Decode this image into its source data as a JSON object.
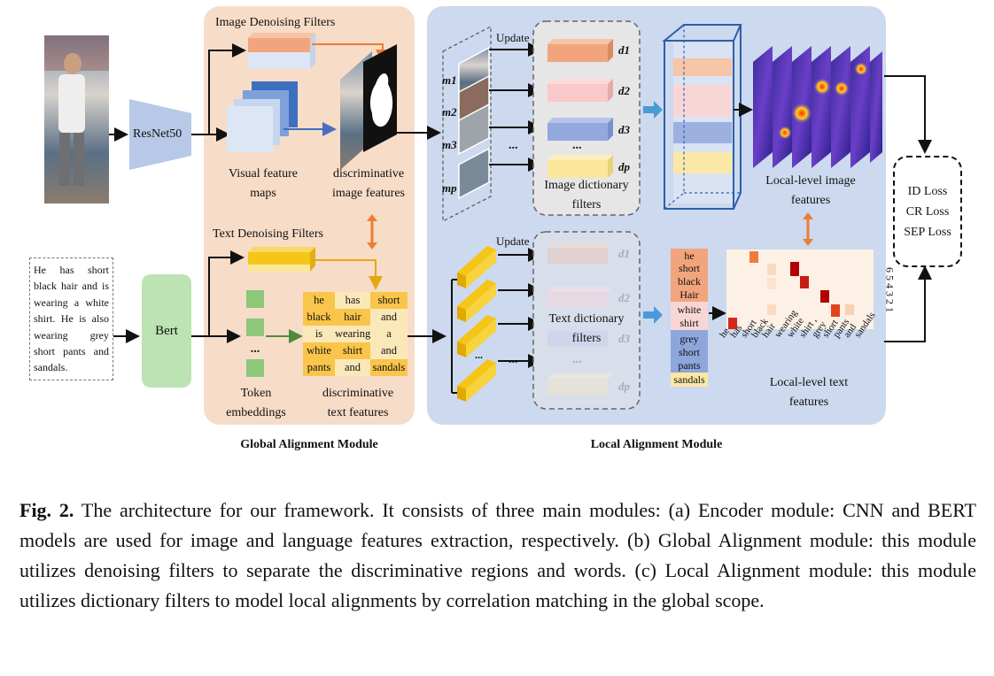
{
  "image_section": {
    "resnet_label": "ResNet50",
    "denoise_title": "Image Denoising Filters",
    "visual_maps": [
      "Visual feature",
      "maps"
    ],
    "disc_image": [
      "discriminative",
      "image features"
    ]
  },
  "text_section": {
    "input_text": "He has short black hair and is wearing a white shirt. He is also wearing grey short pants and sandals.",
    "bert_label": "Bert",
    "denoise_title": "Text Denoising Filters",
    "token_ellipsis": "...",
    "token_label": [
      "Token",
      "embeddings"
    ],
    "disc_text": [
      "discriminative",
      "text features"
    ],
    "words": [
      "he",
      "has",
      "short",
      "black",
      "hair",
      "and",
      "is",
      "wearing",
      "a",
      "white",
      "shirt",
      "and",
      "pants",
      "and",
      "sandals"
    ]
  },
  "local_section": {
    "update_label_1": "Update",
    "update_label_2": "Update",
    "m_labels": [
      "m1",
      "m2",
      "m3",
      "mp"
    ],
    "d_labels": [
      "d1",
      "d2",
      "d3",
      "dp"
    ],
    "d_labels_text": [
      "d1",
      "d2",
      "d3",
      "dp"
    ],
    "ellipsis": "...",
    "image_dict": [
      "Image dictionary",
      "filters"
    ],
    "text_dict": [
      "Text dictionary",
      "filters"
    ],
    "local_image": [
      "Local-level image",
      "features"
    ],
    "local_text": [
      "Local-level text",
      "features"
    ],
    "phrase_words": [
      "he",
      "short",
      "black",
      "Hair",
      "white",
      "shirt",
      "grey",
      "short",
      "pants",
      "sandals"
    ],
    "col_words": [
      "he",
      "has",
      "short",
      "black",
      "hair",
      "wearing",
      "white",
      "shirt ,",
      "grey",
      "short",
      "pants",
      "and",
      "sandals"
    ],
    "row_numbers": "6 5 4 3 2 1"
  },
  "losses": [
    "ID Loss",
    "CR Loss",
    "SEP Loss"
  ],
  "modules": {
    "global": "Global Alignment Module",
    "local": "Local Alignment Module"
  },
  "caption": {
    "label": "Fig. 2.",
    "text": " The architecture for our framework. It consists of three main modules: (a) Encoder module: CNN and BERT models are used for image and language features extraction, respectively. (b) Global Alignment module: this module utilizes denoising filters to separate the discriminative regions and words. (c) Local Alignment module: this module utilizes dictionary filters to model local alignments by correlation matching in the global scope."
  },
  "colors": {
    "global_panel": "#f7dcc8",
    "local_panel": "#ccd9ee",
    "orange_arrow": "#ee7d31",
    "blue_arrow": "#4a88c8",
    "bert_green": "#bde3b4",
    "yellow_filter": "#f5c518"
  }
}
